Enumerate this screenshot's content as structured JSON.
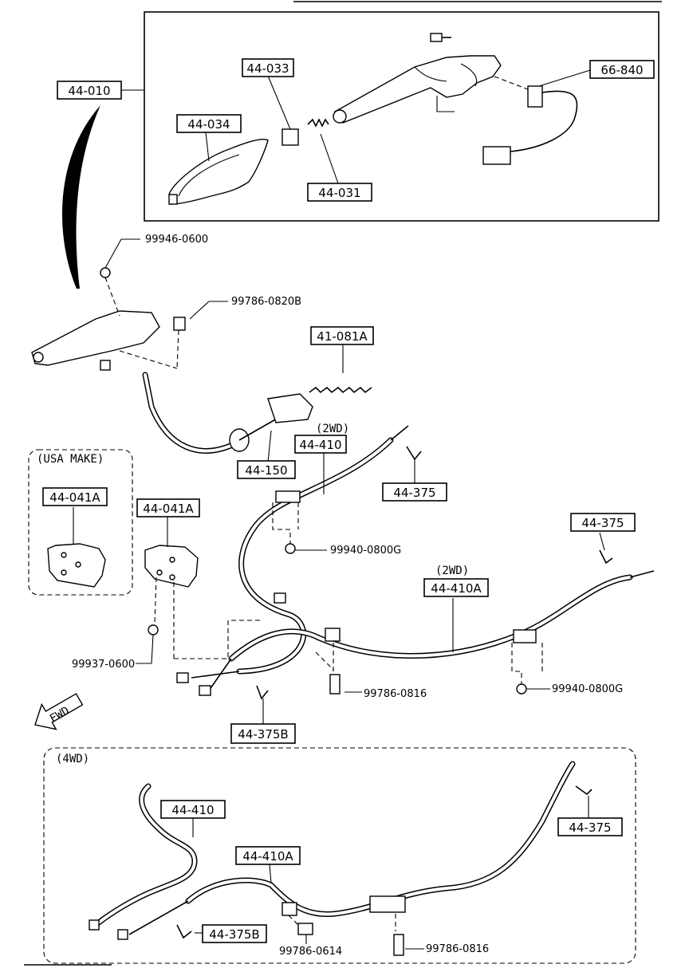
{
  "parts": {
    "p44_010": "44-010",
    "p44_033": "44-033",
    "p44_034": "44-034",
    "p44_031": "44-031",
    "p66_840": "66-840",
    "p99946_0600": "99946-0600",
    "p99786_0820B": "99786-0820B",
    "p41_081A": "41-081A",
    "p44_150": "44-150",
    "p44_410_2wd": "44-410",
    "p44_375_a": "44-375",
    "p44_375_b": "44-375",
    "p99940_0800G_a": "99940-0800G",
    "p44_410A_2wd": "44-410A",
    "p99940_0800G_b": "99940-0800G",
    "p44_041A_usa": "44-041A",
    "p44_041A": "44-041A",
    "p99937_0600": "99937-0600",
    "p99786_0816_a": "99786-0816",
    "p44_375B_2wd": "44-375B",
    "p44_410_4wd": "44-410",
    "p44_410A_4wd": "44-410A",
    "p44_375_4wd": "44-375",
    "p44_375B_4wd": "44-375B",
    "p99786_0614": "99786-0614",
    "p99786_0816_b": "99786-0816"
  },
  "groups": {
    "usa_make": "(USA MAKE)",
    "two_wd_a": "(2WD)",
    "two_wd_b": "(2WD)",
    "four_wd": "(4WD)",
    "fwd": "FWD"
  }
}
